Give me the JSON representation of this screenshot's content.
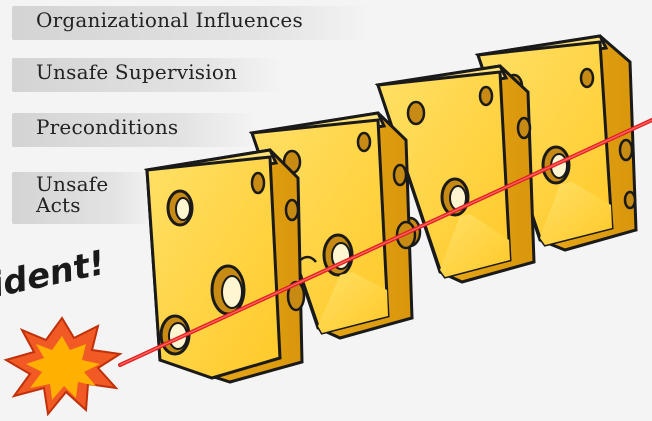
{
  "labels": {
    "layer1": "Organizational Influences",
    "layer2": "Unsafe Supervision",
    "layer3": "Preconditions",
    "layer4_line1": "Unsafe",
    "layer4_line2": "Acts"
  },
  "accident_text": "ident!",
  "colors": {
    "cheese_front": "#ffd23f",
    "cheese_side": "#e9a817",
    "cheese_top": "#ffe37a",
    "hole": "#c78a12",
    "outline": "#1a1a1a",
    "trajectory": "#e01e1e",
    "burst_outer": "#f15a24",
    "burst_inner": "#ffb000",
    "label_bg": "#d6d6d6",
    "background": "#f4f4f4"
  }
}
